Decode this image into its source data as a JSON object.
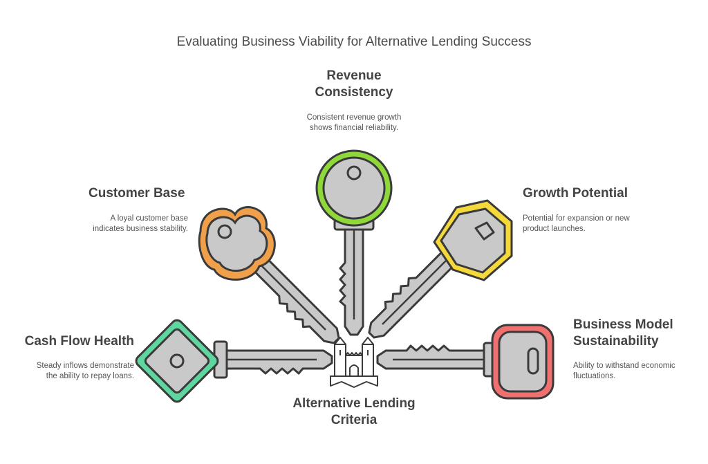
{
  "title": "Evaluating Business Viability for Alternative Lending Success",
  "center": {
    "line1": "Alternative Lending",
    "line2": "Criteria"
  },
  "items": [
    {
      "id": "revenue",
      "heading_line1": "Revenue",
      "heading_line2": "Consistency",
      "desc_line1": "Consistent revenue growth",
      "desc_line2": "shows financial reliability.",
      "color": "#8fd83a"
    },
    {
      "id": "customer",
      "heading_line1": "Customer Base",
      "heading_line2": "",
      "desc_line1": "A loyal customer base",
      "desc_line2": "indicates business stability.",
      "color": "#f0a04b"
    },
    {
      "id": "growth",
      "heading_line1": "Growth Potential",
      "heading_line2": "",
      "desc_line1": "Potential for expansion or new",
      "desc_line2": "product launches.",
      "color": "#f5d93a"
    },
    {
      "id": "cashflow",
      "heading_line1": "Cash Flow Health",
      "heading_line2": "",
      "desc_line1": "Steady inflows demonstrate",
      "desc_line2": "the ability to repay loans.",
      "color": "#5fd6a0"
    },
    {
      "id": "model",
      "heading_line1": "Business Model",
      "heading_line2": "Sustainability",
      "desc_line1": "Ability to withstand economic",
      "desc_line2": "fluctuations.",
      "color": "#f07070"
    }
  ],
  "icons": [
    "castle-icon"
  ]
}
